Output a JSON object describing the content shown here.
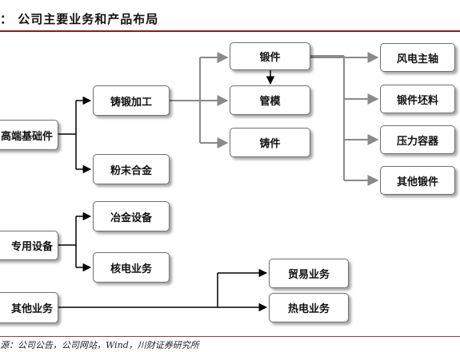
{
  "header": {
    "title": "：  公司主要业务和产品布局"
  },
  "nodes": {
    "high_end_base": "高端基础件",
    "casting_forging": "铸锻加工",
    "powder_metallurgy": "粉末合金",
    "forgings": "锻件",
    "pipe_mold": "管模",
    "castings": "铸件",
    "wind_main_shaft": "风电主轴",
    "forging_blank": "锻件坯料",
    "pressure_vessel": "压力容器",
    "other_forgings": "其他锻件",
    "special_equipment": "专用设备",
    "metallurgy_equipment": "冶金设备",
    "nuclear_business": "核电业务",
    "other_business": "其他业务",
    "trade_business": "贸易业务",
    "thermal_power_business": "热电业务"
  },
  "colors": {
    "accent_rule": "#8b1a1a",
    "line_gray": "#8a8a8a",
    "line_black": "#000000"
  },
  "footer": {
    "source": "源：公司公告，公司网站，Wind，川财证券研究所"
  }
}
